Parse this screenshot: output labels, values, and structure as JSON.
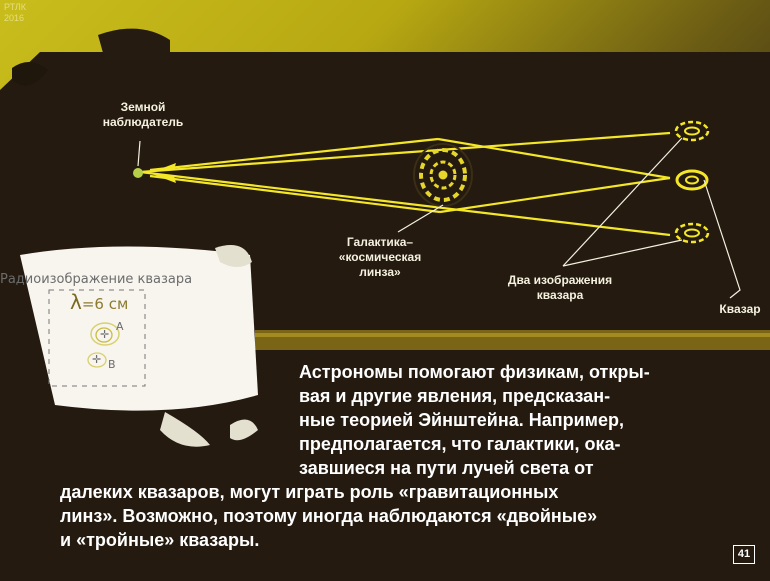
{
  "watermark": "РТЛК\n2016",
  "diagram": {
    "observer_label": "Земной\nнаблюдатель",
    "galaxy_label": "Галактика–\n«космическая\nлинза»",
    "two_images_label": "Два изображения\nквазара",
    "quasar_label": "Квазар"
  },
  "radio_image": {
    "title": "Радиоизображение квазара",
    "lambda": "λ",
    "lambda_value": "=6 см",
    "point_a": "A",
    "point_b": "B"
  },
  "text_lines": [
    "Астрономы помогают физикам, откры-",
    "вая и другие явления, предсказан-",
    "ные теорией Эйнштейна. Например,",
    "предполагается, что галактики, ока-",
    "завшиеся на пути лучей света от",
    "далеких квазаров, могут играть роль «гравитационных",
    "линз». Возможно, поэтому иногда наблюдаются «двойные»",
    "и «тройные» квазары."
  ],
  "page_number": "41",
  "colors": {
    "beam": "#f4e628",
    "panel": "#241a10",
    "paper": "#f7f5ee",
    "text": "#ffffff"
  }
}
